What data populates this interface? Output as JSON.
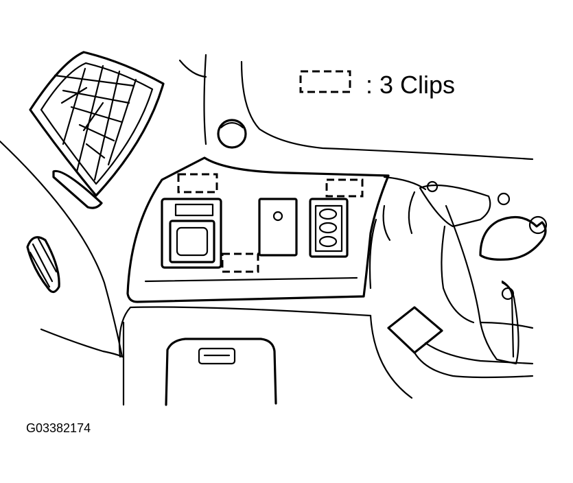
{
  "legend": {
    "text": ": 3 Clips",
    "symbol": "dashed-rectangle-clip"
  },
  "figure_code": "G03382174",
  "colors": {
    "line": "#000000",
    "background": "#ffffff"
  }
}
